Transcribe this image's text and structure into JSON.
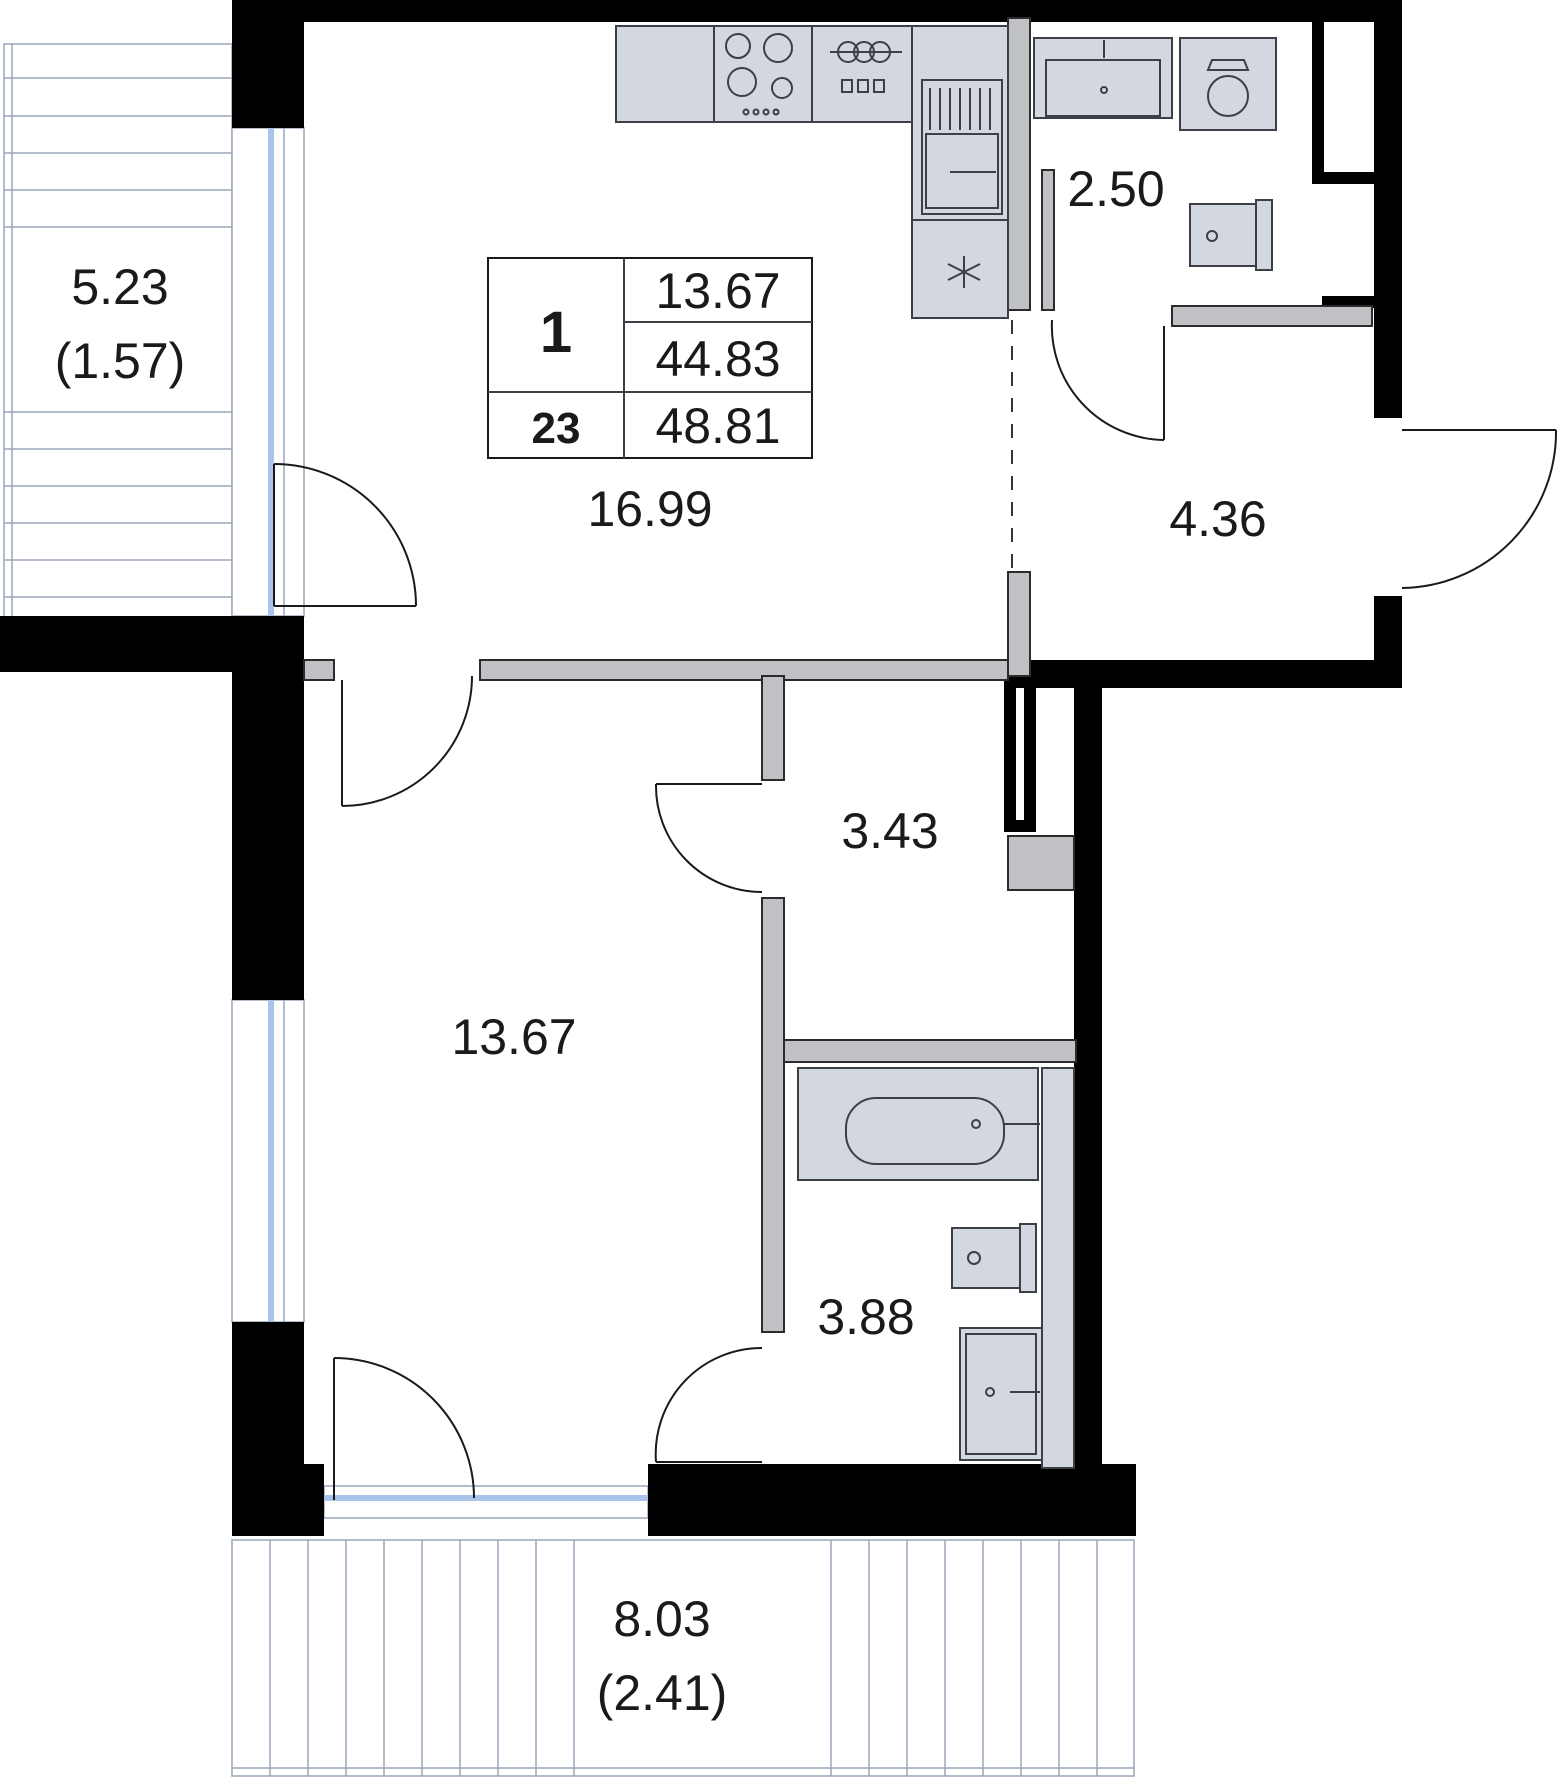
{
  "summary": {
    "rooms": "1",
    "floor": "23",
    "living_area": "13.67",
    "total_area": "44.83",
    "total_area_with_balconies": "48.81"
  },
  "rooms": {
    "kitchen": "16.99",
    "storage": "2.50",
    "hall": "4.36",
    "closet": "3.43",
    "bedroom": "13.67",
    "bathroom": "3.88",
    "balcony_left_area": "5.23",
    "balcony_left_coef": "(1.57)",
    "balcony_bottom_area": "8.03",
    "balcony_bottom_coef": "(2.41)"
  },
  "colors": {
    "wall": "#000000",
    "partition": "#bfc1c4",
    "fixture": "#d3d7df",
    "glass": "#a9c4ea"
  },
  "icons": [
    "stove-icon",
    "dishwasher-icon",
    "sink-icon",
    "fridge-icon",
    "washing-machine-icon",
    "toilet-icon",
    "bathtub-icon",
    "washbasin-icon"
  ]
}
